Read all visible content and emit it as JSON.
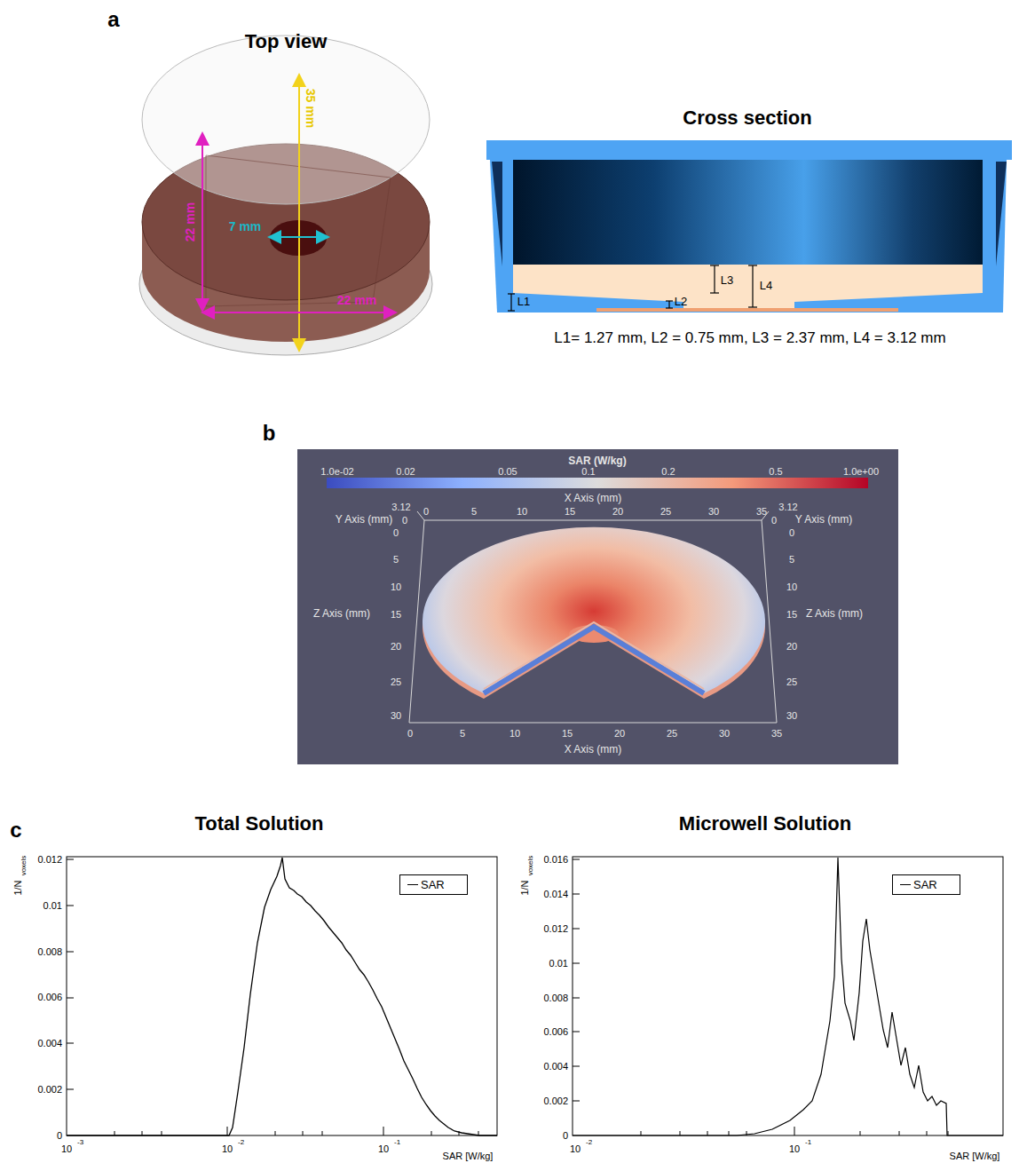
{
  "diagram": {
    "labels": [
      "a",
      "Top view",
      "35 mm",
      "22 mm",
      "7 mm",
      "22 mm",
      "Cross section",
      "L3",
      "L4",
      "L1",
      "L2",
      "L1= 1.27 mm, L2 = 0.75 mm, L3 = 2.37 mm, L4 = 3.12 mm",
      "b",
      "SAR (W/kg)",
      "1.0e-02",
      "0.02",
      "0.05",
      "0.1",
      "0.2",
      "0.5",
      "1.0e+00",
      "X Axis (mm)",
      "0",
      "5",
      "10",
      "15",
      "20",
      "25",
      "30",
      "35",
      "Y Axis (mm)",
      "3.12",
      "0",
      "Y Axis (mm)",
      "3.12",
      "0",
      "Z Axis (mm)",
      "0",
      "5",
      "10",
      "15",
      "20",
      "25",
      "30",
      "Z Axis (mm)",
      "0",
      "5",
      "10",
      "15",
      "20",
      "25",
      "30",
      "0",
      "5",
      "10",
      "15",
      "20",
      "25",
      "30",
      "35",
      "X Axis (mm)",
      "c",
      "Total Solution",
      "Microwell Solution",
      "0.012",
      "0.01",
      "0.008",
      "0.006",
      "0.004",
      "0.002",
      "0",
      "1/N",
      "voxels",
      "10",
      "-3",
      "10",
      "-2",
      "10",
      "-1",
      "SAR [W/kg]",
      "0.016",
      "0.014",
      "0.012",
      "0.01",
      "0.008",
      "0.006",
      "0.004",
      "0.002",
      "0",
      "1/N",
      "voxels",
      "10",
      "-2",
      "10",
      "-1",
      "SAR [W/kg]"
    ],
    "legend": [
      {
        "text": "SAR"
      },
      {
        "text": "SAR"
      }
    ]
  }
}
